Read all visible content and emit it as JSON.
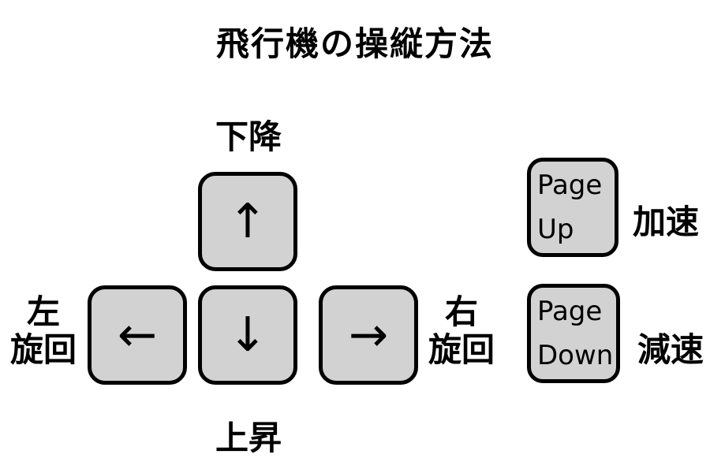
{
  "title": "飛行機の操縦方法",
  "keys": {
    "up": {
      "glyph": "↑",
      "label": "下降"
    },
    "down": {
      "glyph": "↓",
      "label": "上昇"
    },
    "left": {
      "glyph": "←",
      "label_line1": "左",
      "label_line2": "旋回"
    },
    "right": {
      "glyph": "→",
      "label_line1": "右",
      "label_line2": "旋回"
    },
    "page_up": {
      "line1": "Page",
      "line2": "Up",
      "label": "加速"
    },
    "page_down": {
      "line1": "Page",
      "line2": "Down",
      "label": "減速"
    }
  },
  "colors": {
    "key_fill": "#d2d2d2",
    "key_border": "#000000",
    "background": "#ffffff"
  }
}
